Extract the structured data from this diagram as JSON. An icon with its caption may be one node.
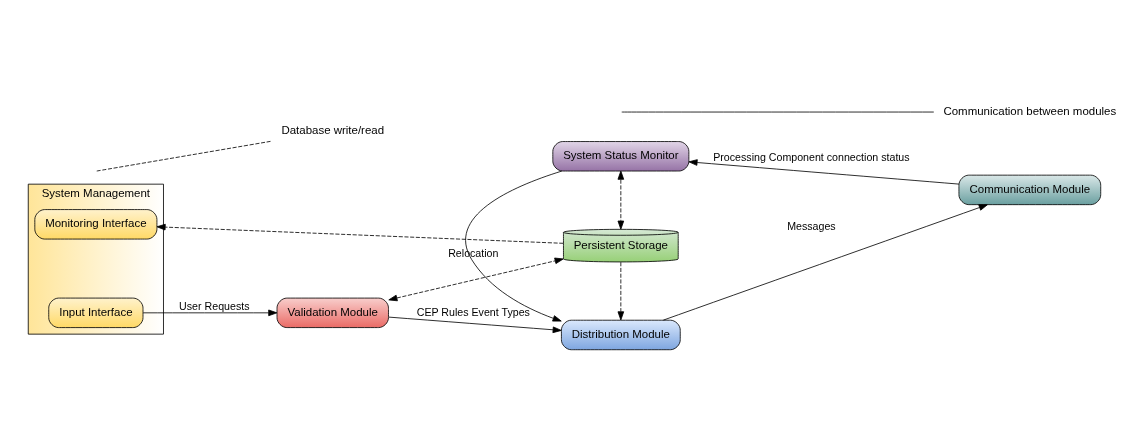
{
  "diagram": {
    "nodes": [
      {
        "text": [
          "System Management"
        ]
      },
      {
        "text": [
          "Monitoring Interface"
        ],
        "in": 0
      },
      {
        "text": [
          "Input Interface"
        ],
        "in": 0
      },
      {
        "text": [
          "System Status Monitor"
        ]
      },
      {
        "text": [
          "Persistent Storage"
        ]
      },
      {
        "text": [
          "Validation Module"
        ]
      },
      {
        "text": [
          "Distribution Module"
        ]
      },
      {
        "text": [
          "Communication Module"
        ]
      }
    ],
    "edges": [
      {
        "from": 4,
        "to": 1,
        "arrow": "to",
        "style": "dashed"
      },
      {
        "from": 5,
        "to": 4,
        "arrow": "both",
        "style": "dashed"
      },
      {
        "from": 3,
        "to": 4,
        "arrow": "both",
        "style": "dashed"
      },
      {
        "from": 4,
        "to": 6,
        "arrow": "to",
        "style": "dashed"
      },
      {
        "from": 3,
        "to": 6,
        "arrow": "to",
        "label": "Relocation"
      },
      {
        "from": 7,
        "to": 3,
        "arrow": "to",
        "label": "Processing Component connection status"
      },
      {
        "from": 2,
        "to": 5,
        "arrow": "to",
        "label": "User Requests"
      },
      {
        "from": 5,
        "to": 6,
        "arrow": "to",
        "label": "CEP Rules Event Types"
      },
      {
        "from": 6,
        "to": 7,
        "arrow": "to",
        "label": "Messages"
      }
    ],
    "legend": [
      {
        "text": "Database write/read"
      },
      {
        "text": "Communication between modules"
      }
    ]
  }
}
